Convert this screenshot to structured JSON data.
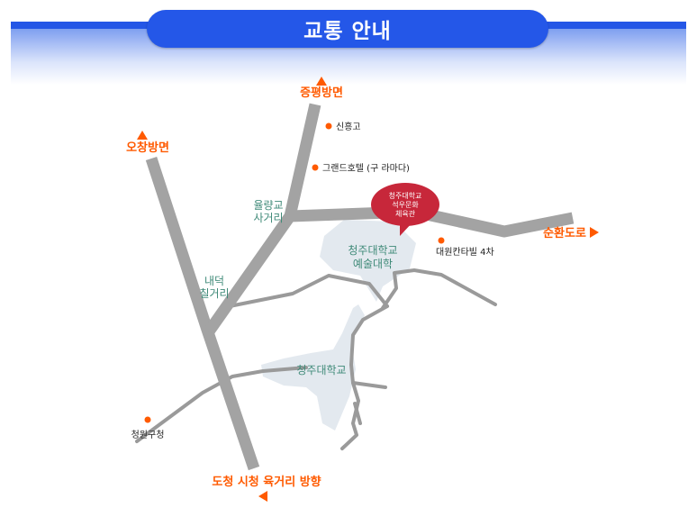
{
  "header": {
    "title": "교통 안내"
  },
  "colors": {
    "title_bg": "#2457e8",
    "road": "#a3a3a3",
    "minor_road": "#9a9a9a",
    "campus": "#e3e9ef",
    "accent_orange": "#ff5a00",
    "teal_text": "#3f8a78",
    "marker_red": "#c7273a"
  },
  "directions": {
    "north": "증평방면",
    "northwest": "오창방면",
    "east": "순환도로",
    "south": "도청 시청 육거리 방향"
  },
  "landmarks": {
    "sinheung_high": "신흥고",
    "grand_hotel": "그랜드호텔 (구 라마다)",
    "daewon_kantabil": "대원칸타빌 4차",
    "cheongwon_office": "청원구청"
  },
  "intersections": {
    "yulyanggyo_line1": "율량교",
    "yulyanggyo_line2": "사거리",
    "naedeok_line1": "내덕",
    "naedeok_line2": "칠거리"
  },
  "campus": {
    "arts_line1": "청주대학교",
    "arts_line2": "예술대학",
    "main": "청주대학교"
  },
  "destination": {
    "line1": "청주대학교",
    "line2": "석우문화",
    "line3": "체육관"
  }
}
